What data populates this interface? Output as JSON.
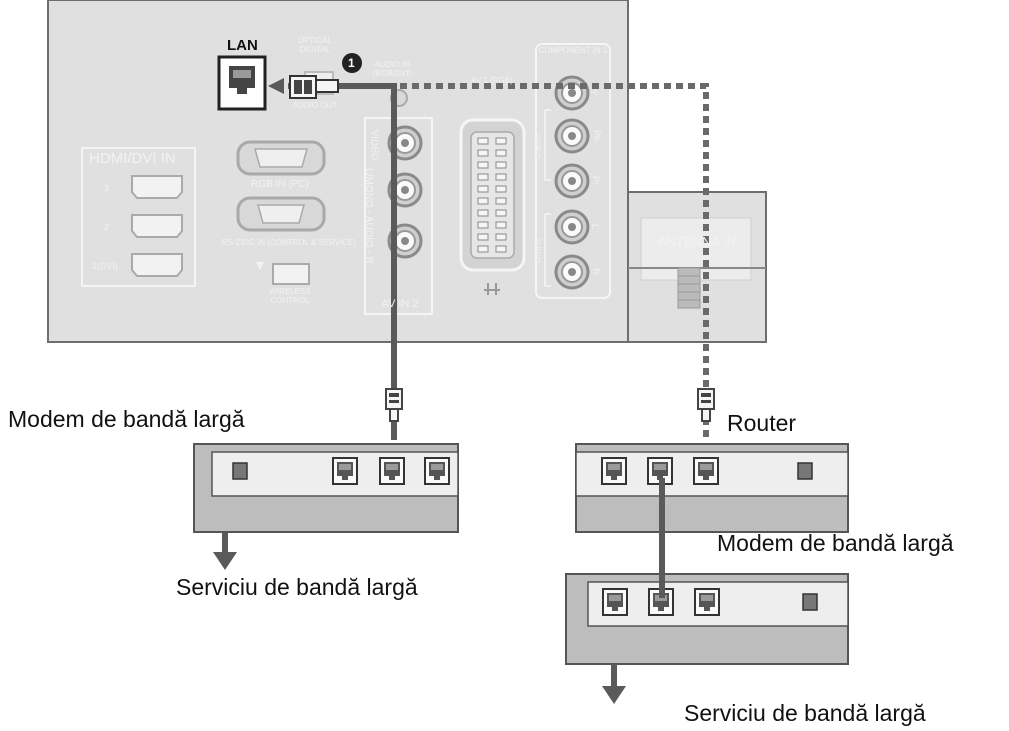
{
  "tv_panel": {
    "lan_label": "LAN",
    "optical_label": "OPTICAL DIGITAL",
    "audio_out_label": "AUDIO OUT",
    "audio_in_label": "AUDIO IN (RGB/DVI)",
    "av1_label": "AV 1 (RGB)",
    "component_label": "COMPONENT IN 1",
    "component_video_label": "VIDEO",
    "component_audio_label": "AUDIO",
    "pb_label": "Pb",
    "pr_label": "Pr",
    "l_label": "L",
    "r_label": "R",
    "y_label": "Y",
    "hdmi_label": "HDMI/DVI IN",
    "hdmi_ports": [
      "3",
      "2",
      "1(DVI)"
    ],
    "rgb_label": "RGB IN (PC)",
    "rs232_label": "RS-232C IN (CONTROL & SERVICE)",
    "wireless_label": "WIRELESS CONTROL",
    "av2_video_label": "VIDEO",
    "av2_audio_label": "L/MONO - AUDIO - R",
    "av2_label": "AV IN 2",
    "antenna_label": "ANTENNA IN",
    "step_number": "1"
  },
  "labels": {
    "modem_left": "Modem de bandă largă",
    "router": "Router",
    "modem_right": "Modem de bandă largă",
    "service_left": "Serviciu de bandă largă",
    "service_right": "Serviciu de bandă largă"
  },
  "colors": {
    "panel_fill": "#e0e0e0",
    "device_fill": "#bdbdbd",
    "cable_solid": "#5a5a5a",
    "cable_dotted": "#6a6a6a"
  }
}
